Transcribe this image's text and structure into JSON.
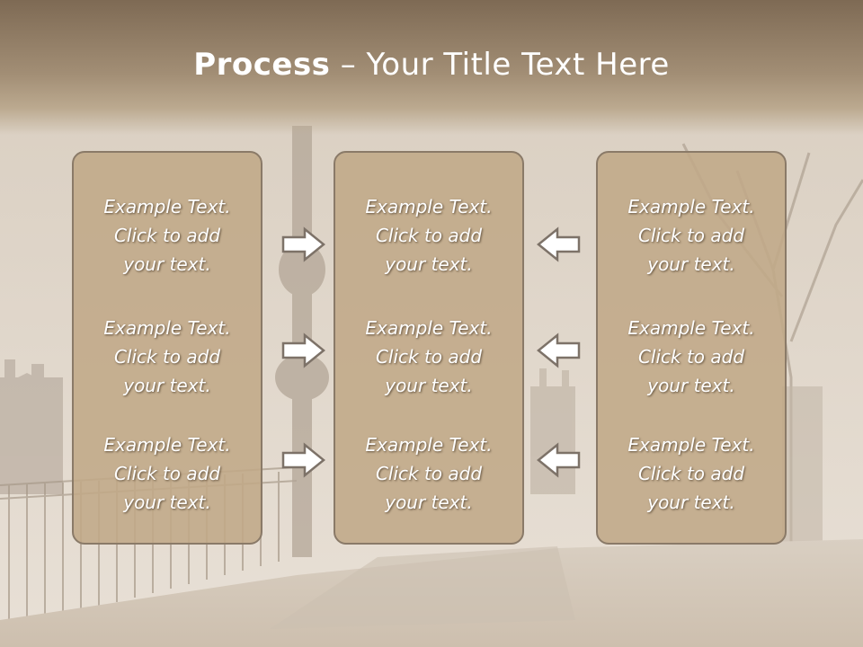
{
  "slide": {
    "title_bold": "Process",
    "title_rest": " – Your Title Text Here"
  },
  "columns": [
    {
      "items": [
        {
          "line1": "Example Text.",
          "line2": "Click  to add",
          "line3": "your text."
        },
        {
          "line1": "Example Text.",
          "line2": "Click  to add",
          "line3": "your text."
        },
        {
          "line1": "Example Text.",
          "line2": "Click  to add",
          "line3": "your text."
        }
      ]
    },
    {
      "items": [
        {
          "line1": "Example Text.",
          "line2": "Click  to add",
          "line3": "your text."
        },
        {
          "line1": "Example Text.",
          "line2": "Click  to add",
          "line3": "your text."
        },
        {
          "line1": "Example Text.",
          "line2": "Click  to add",
          "line3": "your text."
        }
      ]
    },
    {
      "items": [
        {
          "line1": "Example Text.",
          "line2": "Click  to add",
          "line3": "your text."
        },
        {
          "line1": "Example Text.",
          "line2": "Click  to add",
          "line3": "your text."
        },
        {
          "line1": "Example Text.",
          "line2": "Click  to add",
          "line3": "your text."
        }
      ]
    }
  ],
  "arrows": {
    "left_side": "right-arrow-icon",
    "right_side": "left-arrow-icon"
  },
  "colors": {
    "box_fill": "#c0a888",
    "box_border": "#8a7a68",
    "title_band": "#8c7860",
    "text": "#ffffff"
  }
}
